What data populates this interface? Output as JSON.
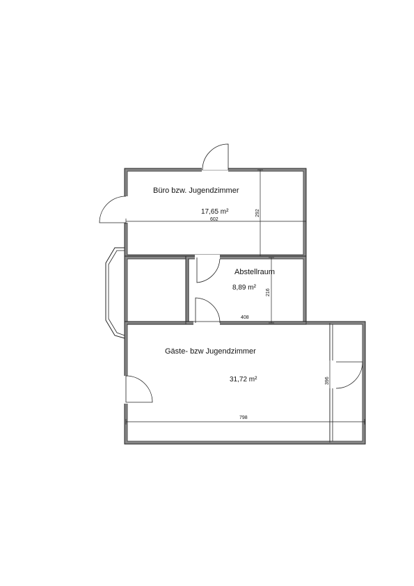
{
  "rooms": {
    "buero": {
      "name": "Büro bzw. Jugendzimmer",
      "area": "17,65 m²",
      "width": "602",
      "depth": "292"
    },
    "abstell": {
      "name": "Abstellraum",
      "area": "8,89 m²",
      "width": "408",
      "depth": "216"
    },
    "gaeste": {
      "name": "Gäste- bzw Jugendzimmer",
      "area": "31,72 m²",
      "width": "798",
      "depth": "396"
    }
  }
}
